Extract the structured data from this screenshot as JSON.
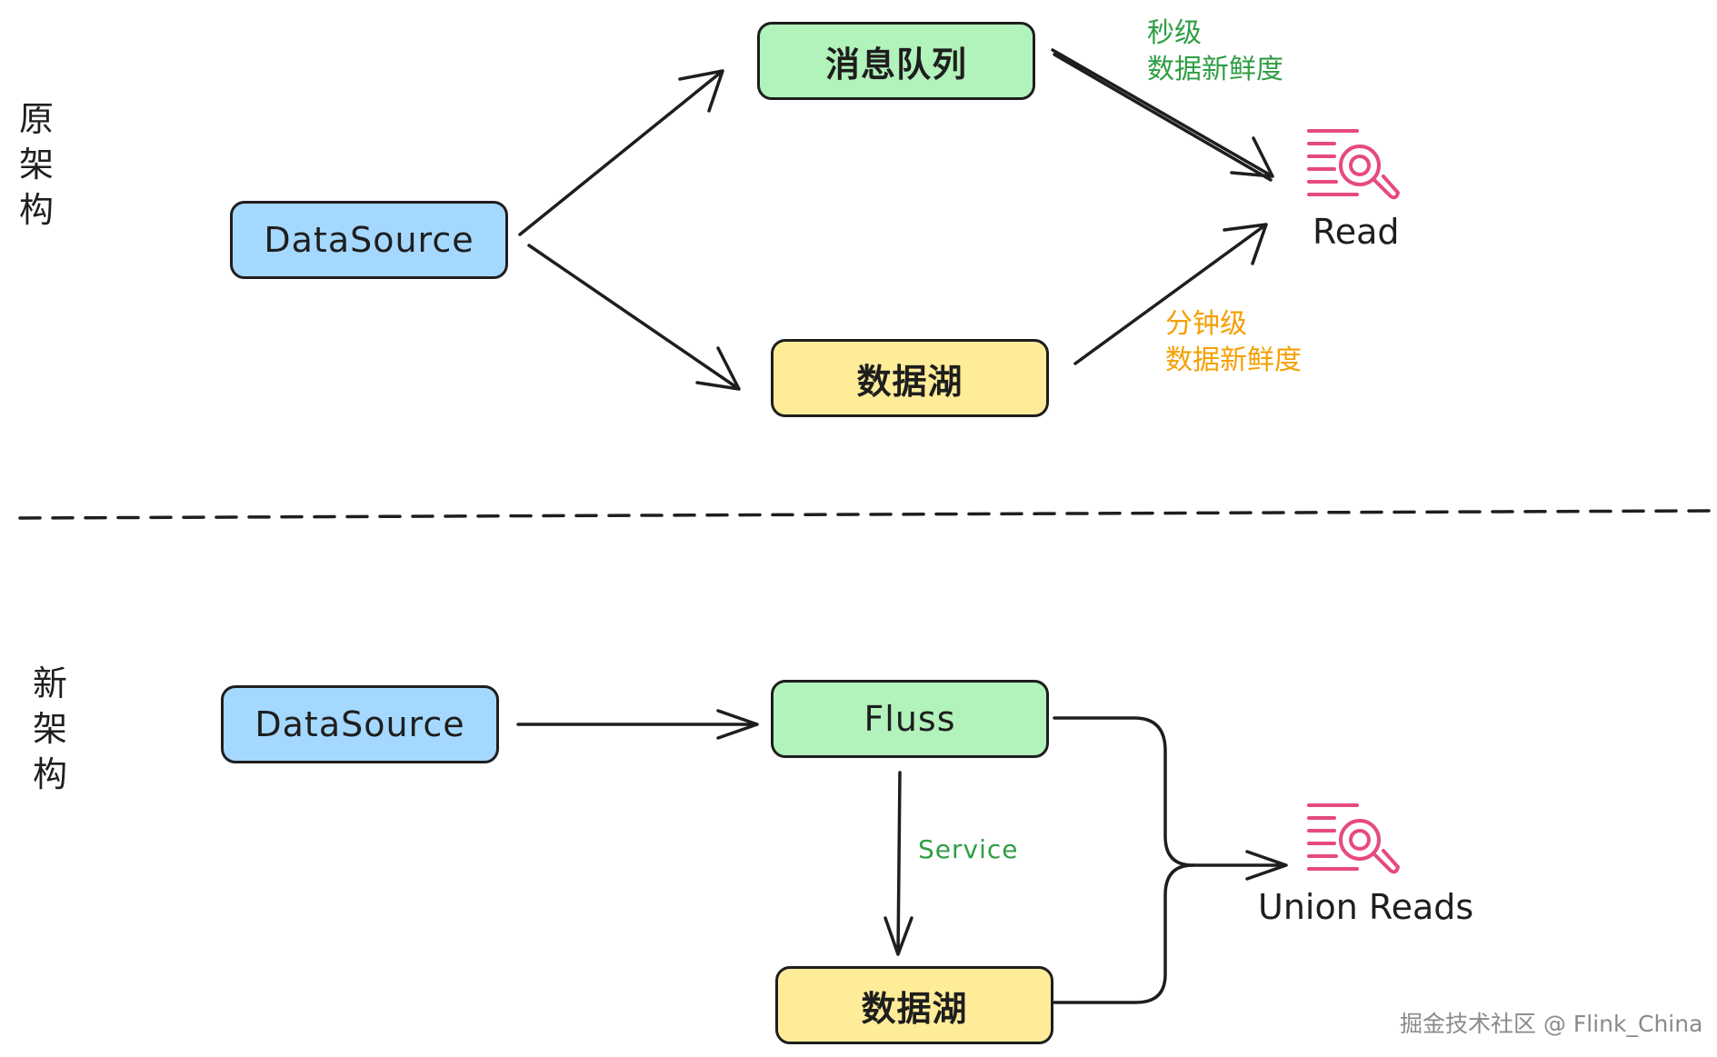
{
  "old_architecture": {
    "label": "原架构",
    "nodes": {
      "datasource": "DataSource",
      "message_queue": "消息队列",
      "data_lake": "数据湖"
    },
    "annotations": {
      "second_level_1": "秒级",
      "second_level_2": "数据新鲜度",
      "minute_level_1": "分钟级",
      "minute_level_2": "数据新鲜度"
    },
    "read_label": "Read"
  },
  "new_architecture": {
    "label": "新架构",
    "nodes": {
      "datasource": "DataSource",
      "fluss": "Fluss",
      "data_lake": "数据湖"
    },
    "service_label": "Service",
    "read_label": "Union Reads"
  },
  "watermark": "掘金技术社区 @ Flink_China",
  "colors": {
    "blue_node": "#a5d8ff",
    "green_node": "#b2f2bb",
    "yellow_node": "#ffec99",
    "stroke": "#1e1e1e",
    "green_text": "#2f9e44",
    "orange_text": "#f59f00",
    "read_icon": "#e64980"
  },
  "icons": [
    "search-document-icon"
  ]
}
